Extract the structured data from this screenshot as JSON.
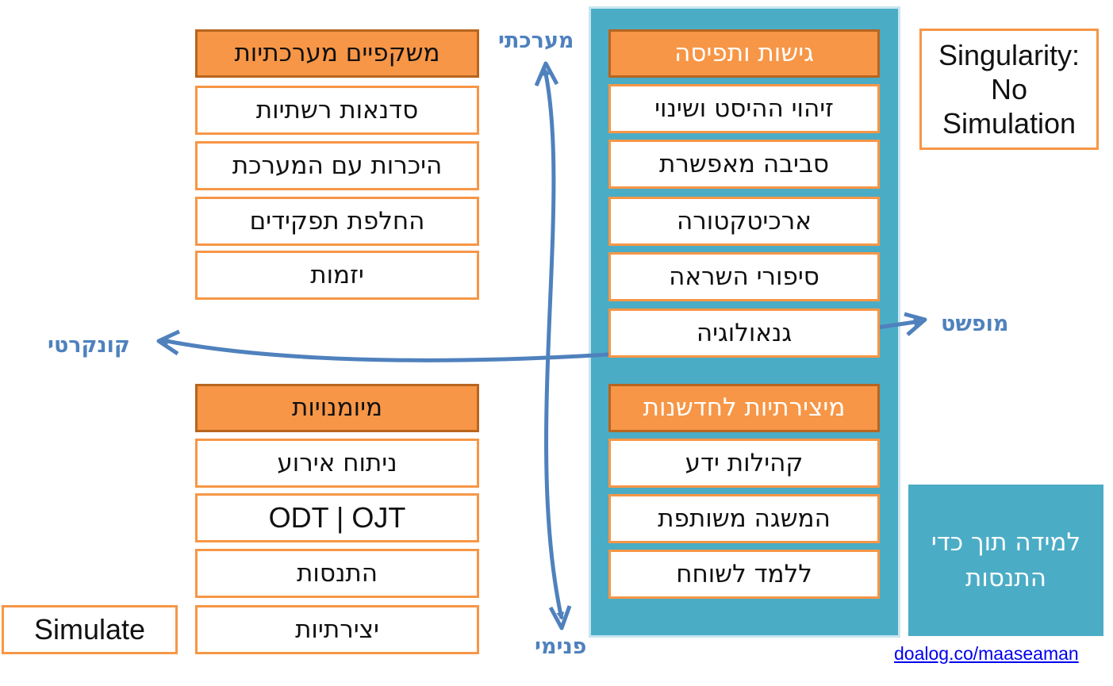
{
  "left_top": {
    "header": "משקפיים מערכתיות",
    "items": [
      "סדנאות רשתיות",
      "היכרות עם המערכת",
      "החלפת תפקידים",
      "יזמות"
    ]
  },
  "left_bottom": {
    "header": "מיומנויות",
    "items": [
      "ניתוח אירוע",
      "ODT | OJT",
      "התנסות",
      "יצירתיות"
    ]
  },
  "right_top": {
    "header": "גישות ותפיסה",
    "items": [
      "זיהוי ההיסט ושינוי",
      "סביבה מאפשרת",
      "ארכיטקטורה",
      "סיפורי השראה",
      "גנאולוגיה"
    ]
  },
  "right_bottom": {
    "header": "מיצירתיות לחדשנות",
    "items": [
      "קהילות ידע",
      "המשגה משותפת",
      "ללמד לשוחח"
    ]
  },
  "axes": {
    "top": "מערכתי",
    "bottom": "פנימי",
    "left": "קונקרטי",
    "right": "מופשט"
  },
  "singularity": [
    "Singularity:",
    "No",
    "Simulation"
  ],
  "simulate": "Simulate",
  "learning_box": "למידה תוך כדי התנסות",
  "link": "doalog.co/maaseaman",
  "colors": {
    "orange": "#f79646",
    "teal": "#4bacc6",
    "arrow_blue": "#4f81bd"
  }
}
